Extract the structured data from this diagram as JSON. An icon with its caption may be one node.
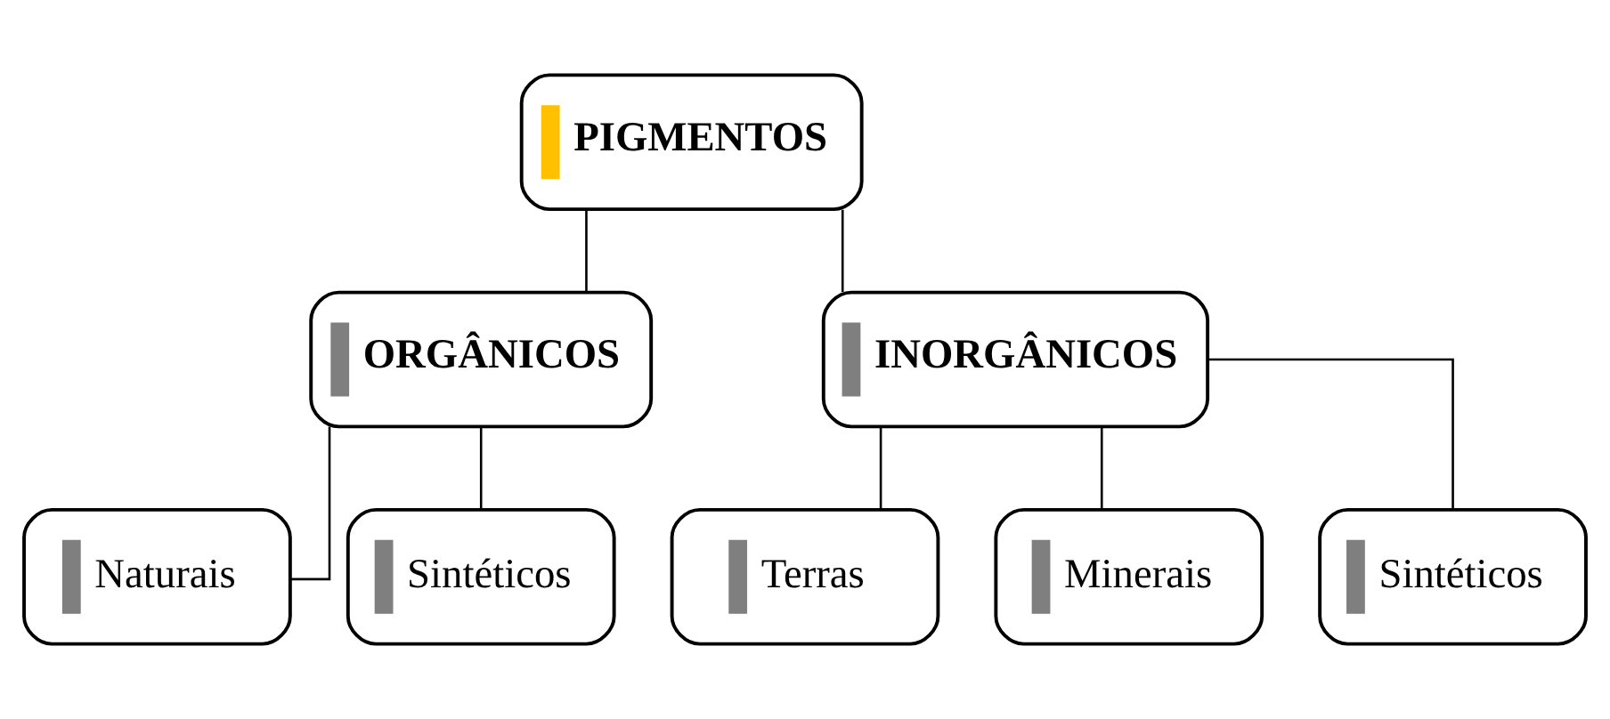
{
  "diagram": {
    "nodes": [
      {
        "text": [
          "PIGMENTOS"
        ]
      },
      {
        "text": [
          "ORGÂNICOS"
        ]
      },
      {
        "text": [
          "INORGÂNICOS"
        ]
      },
      {
        "text": [
          "Naturais"
        ]
      },
      {
        "text": [
          "Sintéticos"
        ]
      },
      {
        "text": [
          "Terras"
        ]
      },
      {
        "text": [
          "Minerais"
        ]
      },
      {
        "text": [
          "Sintéticos"
        ]
      }
    ],
    "edges": [
      {
        "from": 0,
        "to": 1,
        "arrow": "none"
      },
      {
        "from": 0,
        "to": 2,
        "arrow": "none"
      },
      {
        "from": 1,
        "to": 3,
        "arrow": "none"
      },
      {
        "from": 1,
        "to": 4,
        "arrow": "none"
      },
      {
        "from": 2,
        "to": 5,
        "arrow": "none"
      },
      {
        "from": 2,
        "to": 6,
        "arrow": "none"
      },
      {
        "from": 2,
        "to": 7,
        "arrow": "none"
      }
    ]
  }
}
